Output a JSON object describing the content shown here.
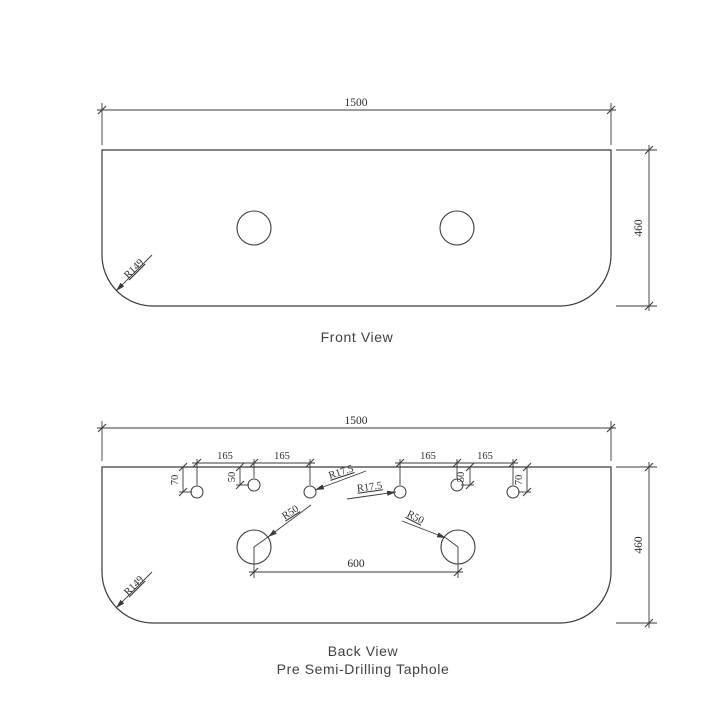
{
  "drawing": {
    "front": {
      "label": "Front View",
      "width_dim": "1500",
      "height_dim": "460",
      "corner_radius": "R149"
    },
    "back": {
      "label": "Back View",
      "sublabel": "Pre Semi-Drilling Taphole",
      "width_dim": "1500",
      "height_dim": "460",
      "corner_radius": "R149",
      "spacings": [
        "165",
        "165",
        "165",
        "165"
      ],
      "offsets": [
        "70",
        "50",
        "50",
        "70"
      ],
      "taphole_radii": [
        "R17.5",
        "R17.5"
      ],
      "basin_radii": [
        "R50",
        "R50"
      ],
      "hole_spacing": "600"
    },
    "colors": {
      "line": "#3a3a3a",
      "text": "#2d2d2d",
      "background": "#ffffff"
    }
  }
}
